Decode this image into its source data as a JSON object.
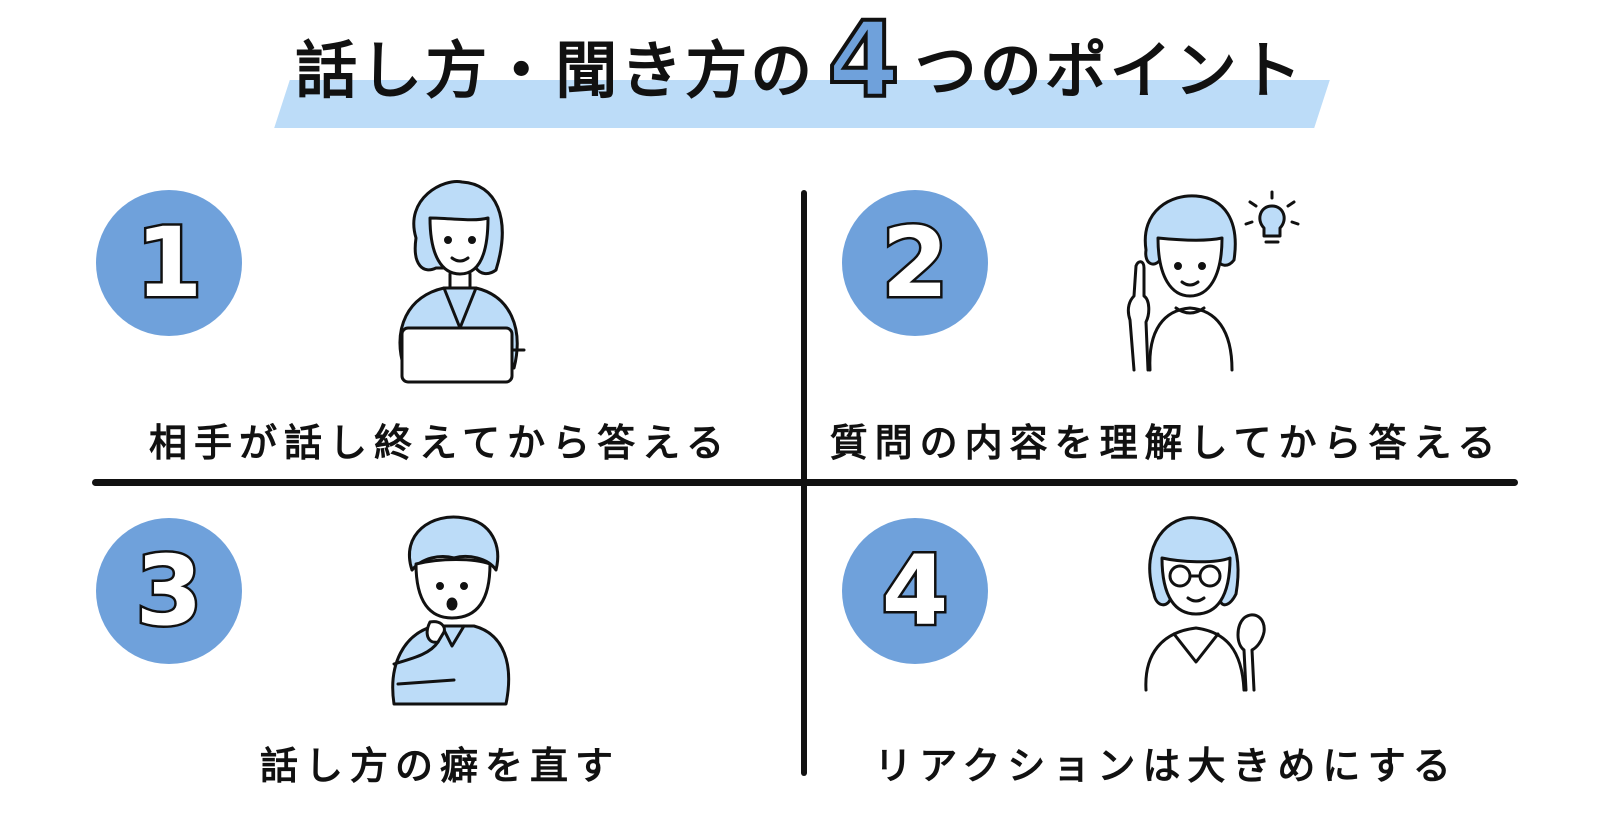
{
  "title": {
    "before": "話し方・聞き方の",
    "number": "4",
    "after": "つのポイント"
  },
  "colors": {
    "accent": "#6fa1db",
    "highlight": "#bcdcf8",
    "ink": "#111111"
  },
  "points": [
    {
      "number": "1",
      "caption": "相手が話し終えてから答える",
      "icon": "person-laptop-icon"
    },
    {
      "number": "2",
      "caption": "質問の内容を理解してから答える",
      "icon": "person-idea-icon"
    },
    {
      "number": "3",
      "caption": "話し方の癖を直す",
      "icon": "person-thinking-icon"
    },
    {
      "number": "4",
      "caption": "リアクションは大きめにする",
      "icon": "person-fist-icon"
    }
  ]
}
